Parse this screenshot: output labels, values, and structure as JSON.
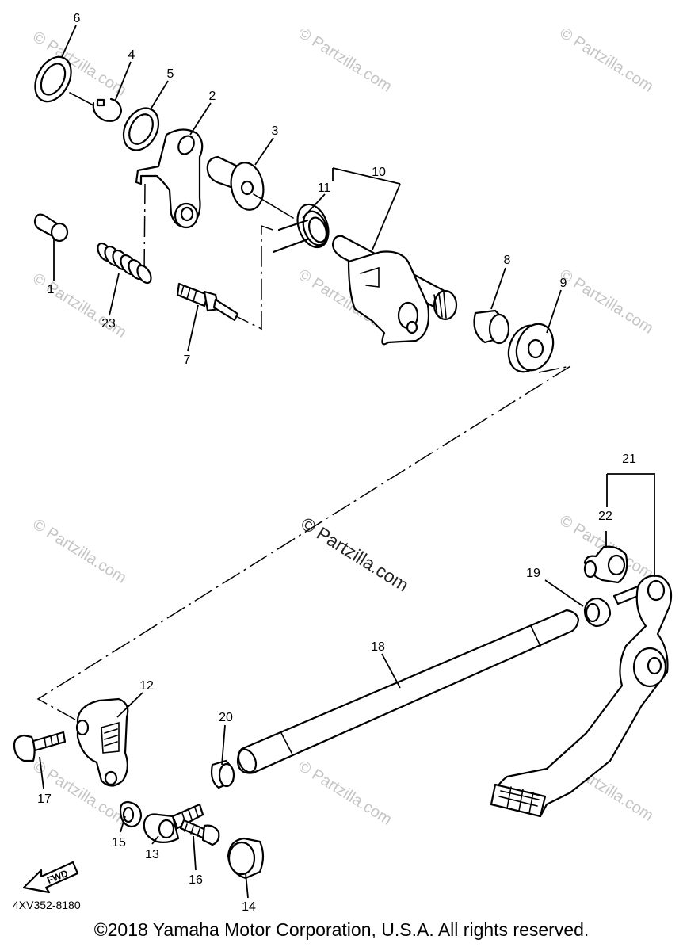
{
  "watermark": "© Partzilla.com",
  "diagram_code": "4XV352-8180",
  "fwd_label": "FWD",
  "copyright": "©2018 Yamaha Motor Corporation, U.S.A. All rights reserved.",
  "callouts": {
    "p1": "1",
    "p2": "2",
    "p3": "3",
    "p4": "4",
    "p5": "5",
    "p6": "6",
    "p7": "7",
    "p8": "8",
    "p9": "9",
    "p10": "10",
    "p11": "11",
    "p12": "12",
    "p13": "13",
    "p14": "14",
    "p15": "15",
    "p16": "16",
    "p17": "17",
    "p18": "18",
    "p19": "19",
    "p20": "20",
    "p21": "21",
    "p22": "22",
    "p23": "23"
  }
}
